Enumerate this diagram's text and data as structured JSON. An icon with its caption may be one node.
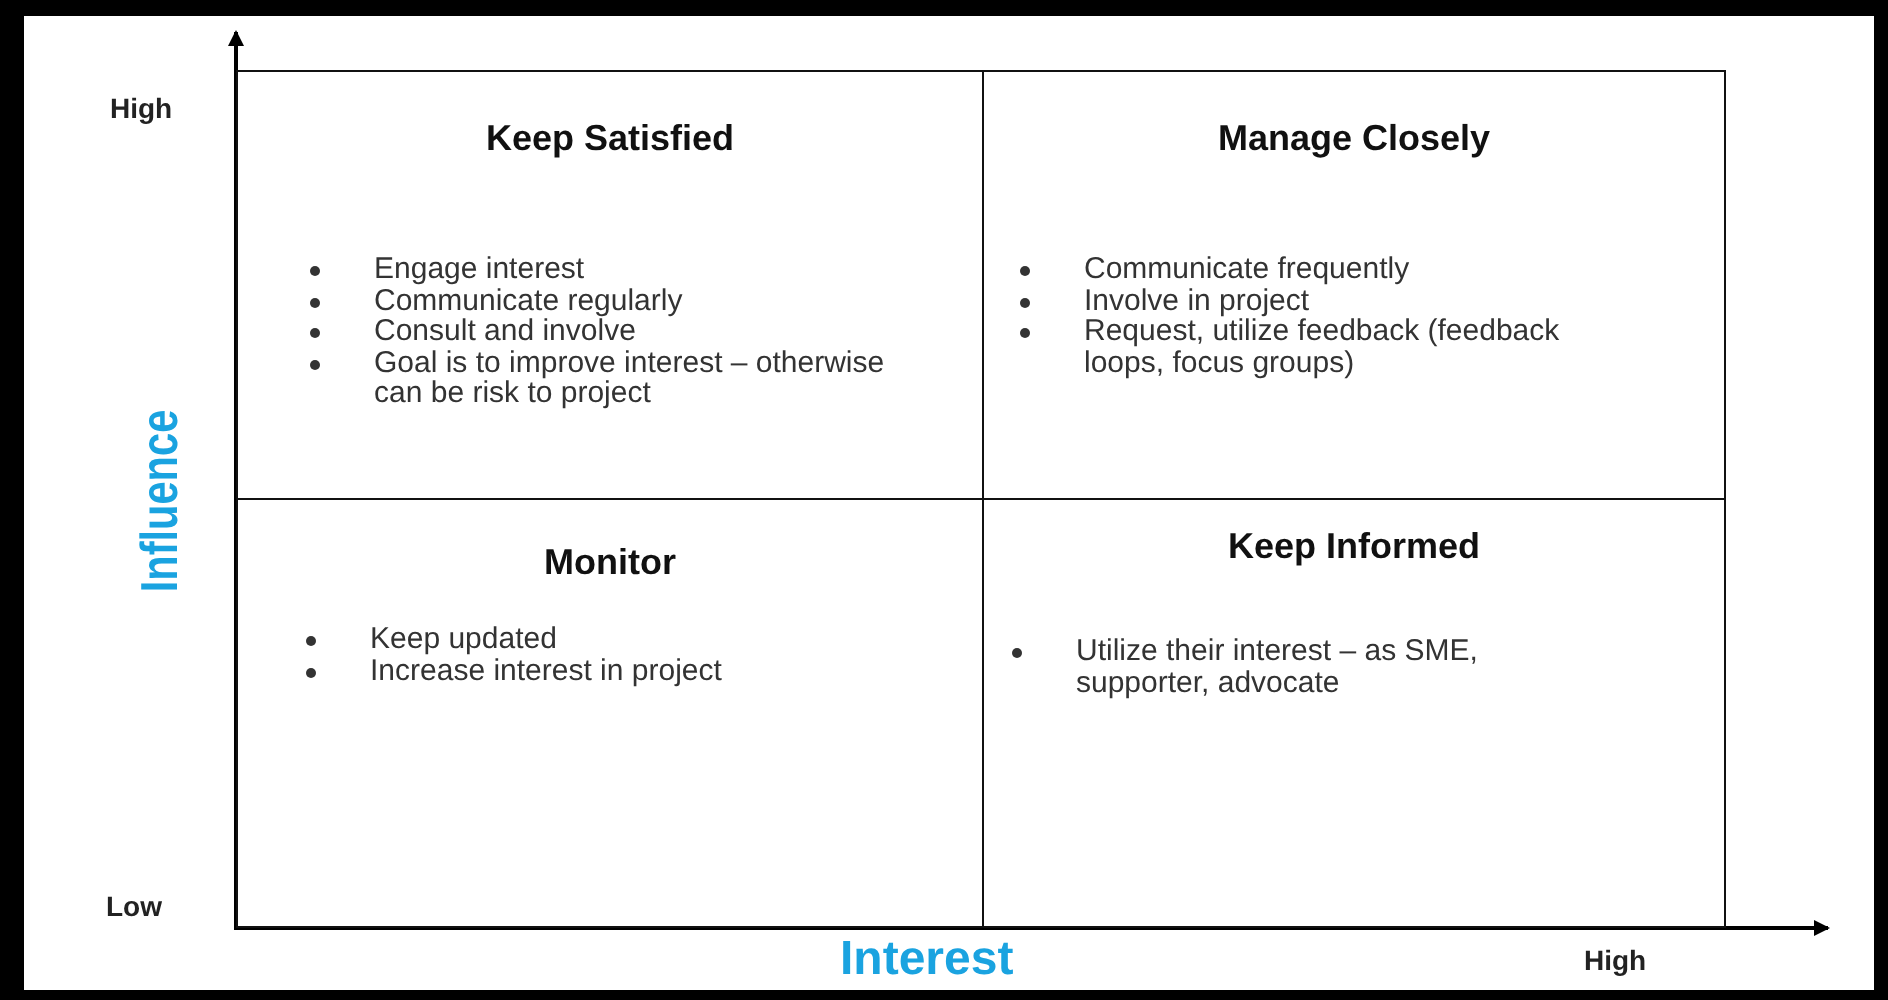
{
  "diagram": {
    "nodes": [
      {
        "text": [
          "Keep Satisfied",
          "Engage interest",
          "Communicate regularly",
          "Consult and involve",
          "Goal is to improve interest – otherwise can be risk to project"
        ]
      },
      {
        "text": [
          "Manage Closely",
          "Communicate frequently",
          "Involve in project",
          "Request, utilize feedback (feedback loops, focus groups)"
        ]
      },
      {
        "text": [
          "Monitor",
          "Keep updated",
          "Increase interest in project"
        ]
      },
      {
        "text": [
          "Keep Informed",
          "Utilize their interest – as SME, supporter, advocate"
        ]
      }
    ],
    "labels": [
      "High",
      "Influence",
      "Low",
      "Interest",
      "High"
    ]
  }
}
